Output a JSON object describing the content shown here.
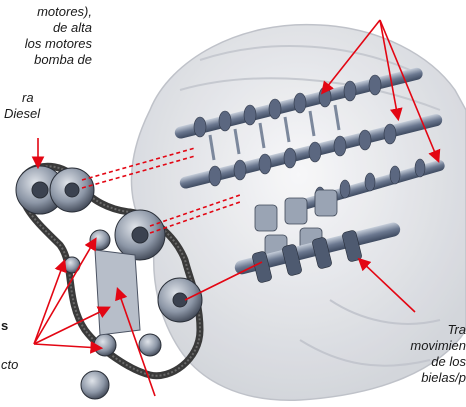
{
  "labels": {
    "top_left": [
      "motores),",
      "de alta",
      "los motores",
      "bomba de",
      "ra",
      "Diesel"
    ],
    "left_bold": "s",
    "left_italic": "cto",
    "bottom_right": [
      "Tra",
      "movimien",
      "de los",
      "bielas/p"
    ]
  },
  "colors": {
    "arrow": "#e30613",
    "engine_block": "#e8e8ea",
    "camshaft": "#8a96a8",
    "belt": "#3a3a3a"
  }
}
